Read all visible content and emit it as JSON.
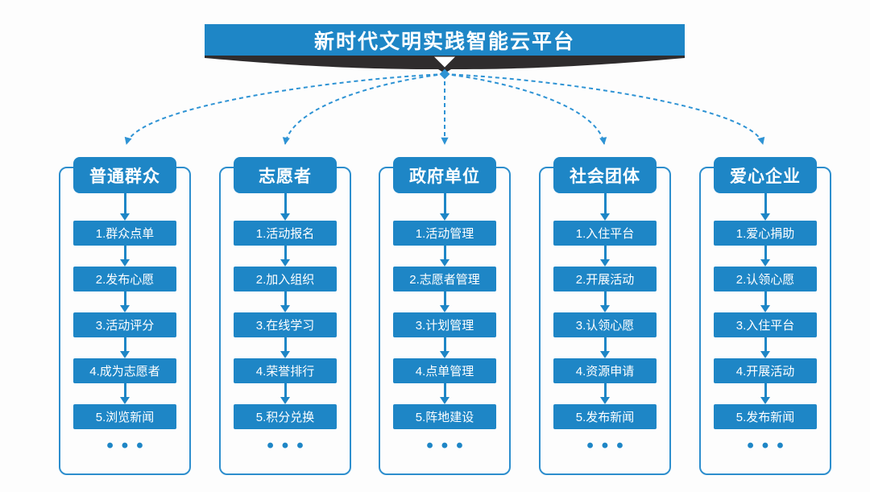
{
  "platform": {
    "title": "新时代文明实践智能云平台"
  },
  "colors": {
    "accent": "#1e86c6",
    "outline": "#2d8ecd",
    "dashed": "#2e93d4",
    "dark": "#2f2c2d"
  },
  "columns": [
    {
      "header": "普通群众",
      "items": [
        "1.群众点单",
        "2.发布心愿",
        "3.活动评分",
        "4.成为志愿者",
        "5.浏览新闻"
      ],
      "more": "•••"
    },
    {
      "header": "志愿者",
      "items": [
        "1.活动报名",
        "2.加入组织",
        "3.在线学习",
        "4.荣誉排行",
        "5.积分兑换"
      ],
      "more": "•••"
    },
    {
      "header": "政府单位",
      "items": [
        "1.活动管理",
        "2.志愿者管理",
        "3.计划管理",
        "4.点单管理",
        "5.阵地建设"
      ],
      "more": "•••"
    },
    {
      "header": "社会团体",
      "items": [
        "1.入住平台",
        "2.开展活动",
        "3.认领心愿",
        "4.资源申请",
        "5.发布新闻"
      ],
      "more": "•••"
    },
    {
      "header": "爱心企业",
      "items": [
        "1.爱心捐助",
        "2.认领心愿",
        "3.入住平台",
        "4.开展活动",
        "5.发布新闻"
      ],
      "more": "•••"
    }
  ]
}
